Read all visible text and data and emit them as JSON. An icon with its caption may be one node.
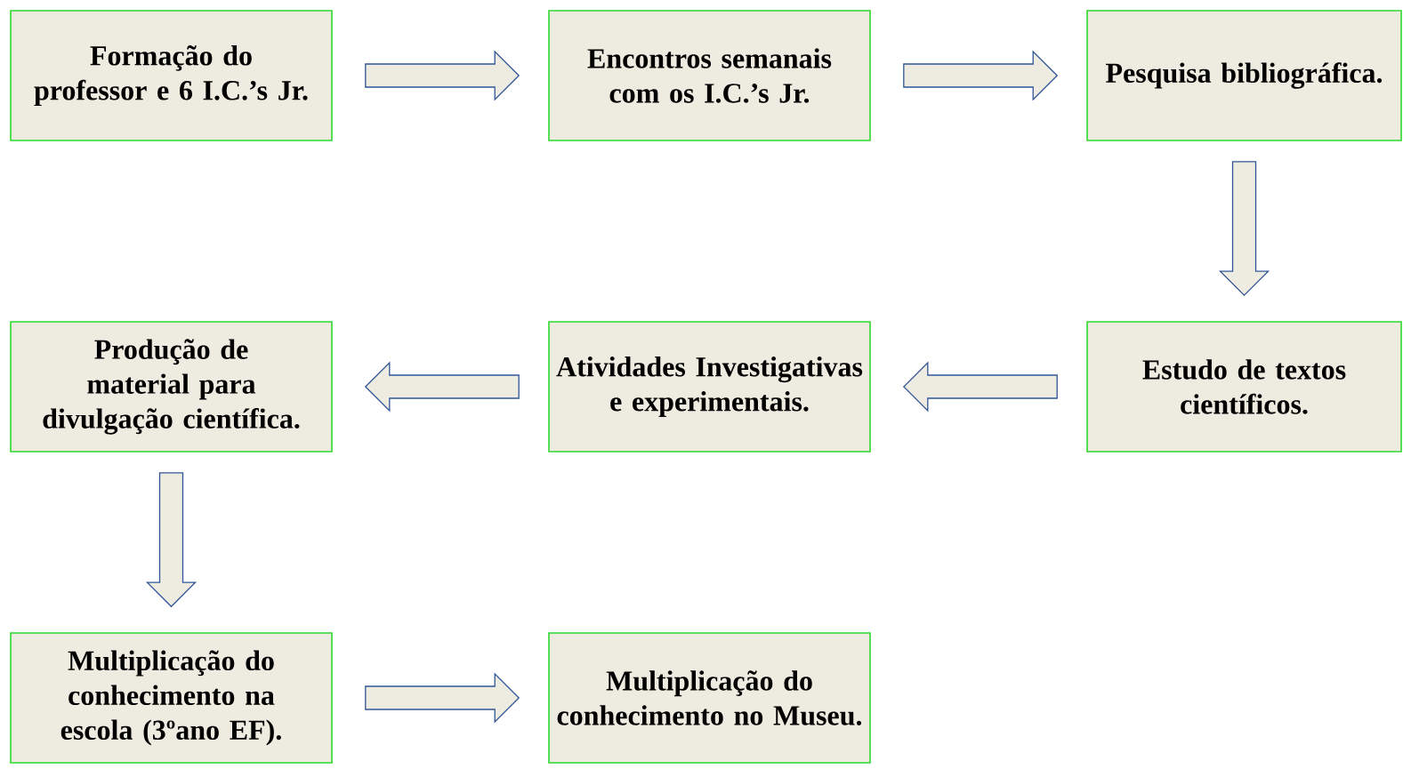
{
  "diagram": {
    "nodes": [
      {
        "text": [
          "Formação do professor e 6 I.C.’s Jr."
        ]
      },
      {
        "text": [
          "Encontros semanais com os I.C.’s Jr."
        ]
      },
      {
        "text": [
          "Pesquisa bibliográfica."
        ]
      },
      {
        "text": [
          "Estudo de textos científicos."
        ]
      },
      {
        "text": [
          "Atividades Investigativas e experimentais."
        ]
      },
      {
        "text": [
          "Produção de material para divulgação científica."
        ]
      },
      {
        "text": [
          "Multiplicação do conhecimento na escola (3ºano EF)."
        ]
      },
      {
        "text": [
          "Multiplicação do conhecimento no Museu."
        ]
      }
    ],
    "edges": [
      {
        "from": 0,
        "to": 1,
        "arrow": "to"
      },
      {
        "from": 1,
        "to": 2,
        "arrow": "to"
      },
      {
        "from": 2,
        "to": 3,
        "arrow": "to"
      },
      {
        "from": 3,
        "to": 4,
        "arrow": "to"
      },
      {
        "from": 4,
        "to": 5,
        "arrow": "to"
      },
      {
        "from": 5,
        "to": 6,
        "arrow": "to"
      },
      {
        "from": 6,
        "to": 7,
        "arrow": "to"
      }
    ]
  }
}
